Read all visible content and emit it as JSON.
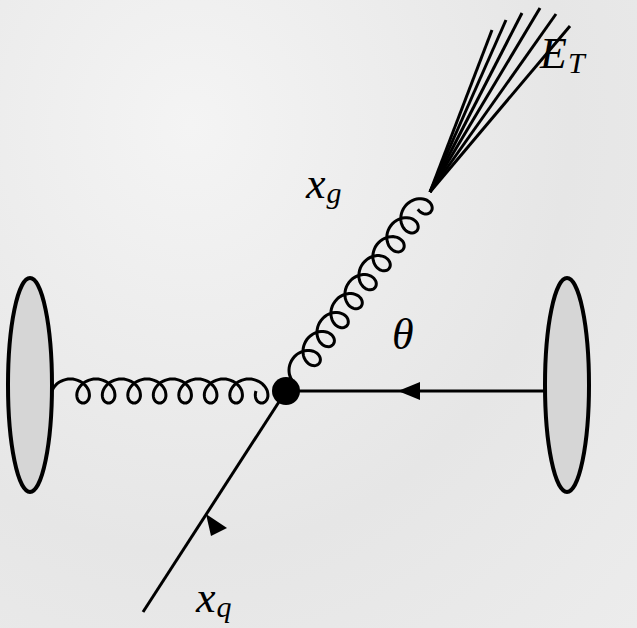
{
  "diagram": {
    "labels": [
      "ET",
      "xg",
      "θ",
      "xq"
    ]
  }
}
